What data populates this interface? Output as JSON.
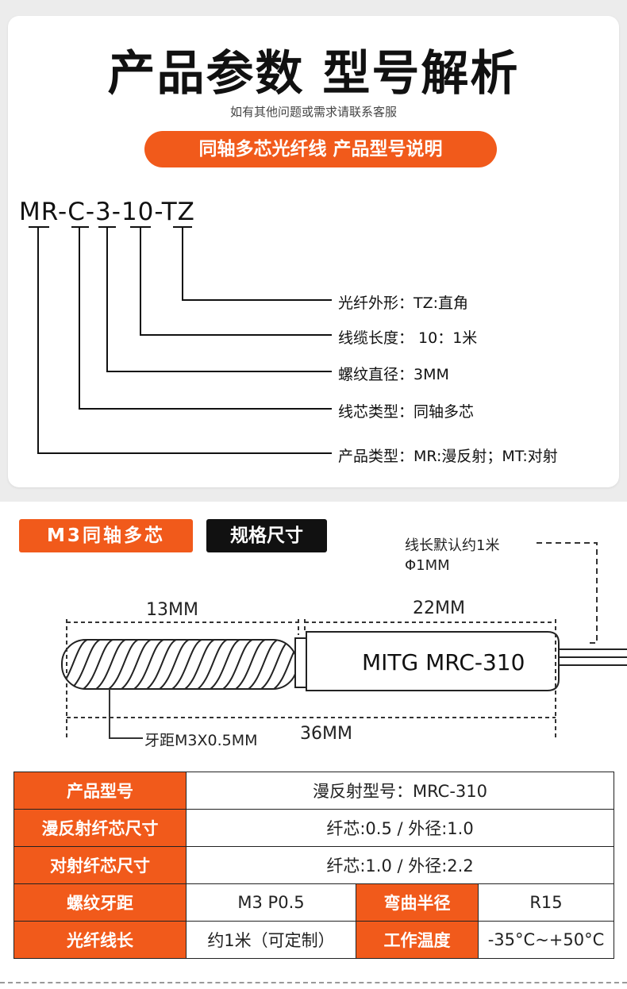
{
  "title": "产品参数 型号解析",
  "subtitle": "如有其他问题或需求请联系客服",
  "banner": "同轴多芯光纤线 产品型号说明",
  "model_code": "MR-C-3-10-TZ",
  "legend": [
    "光纤外形：TZ:直角",
    "线缆长度： 10：1米",
    "螺纹直径：3MM",
    "线芯类型：同轴多芯",
    "产品类型：MR:漫反射；MT:对射"
  ],
  "section": {
    "tag": "M3同轴多芯",
    "label": "规格尺寸"
  },
  "diagram": {
    "cable_note_1": "线长默认约1米",
    "cable_note_2": "Φ1MM",
    "dim_thread": "13MM",
    "dim_body": "22MM",
    "dim_total": "36MM",
    "pitch_note": "牙距M3X0.5MM",
    "body_text": "MITG MRC-310"
  },
  "table": {
    "row1": {
      "h": "产品型号",
      "v": "漫反射型号：MRC-310"
    },
    "row2": {
      "h": "漫反射纤芯尺寸",
      "v": "纤芯:0.5 / 外径:1.0"
    },
    "row3": {
      "h": "对射纤芯尺寸",
      "v": "纤芯:1.0 / 外径:2.2"
    },
    "row4": {
      "h1": "螺纹牙距",
      "v1": "M3 P0.5",
      "h2": "弯曲半径",
      "v2": "R15"
    },
    "row5": {
      "h1": "光纤线长",
      "v1": "约1米（可定制）",
      "h2": "工作温度",
      "v2": "-35°C~+50°C"
    }
  }
}
